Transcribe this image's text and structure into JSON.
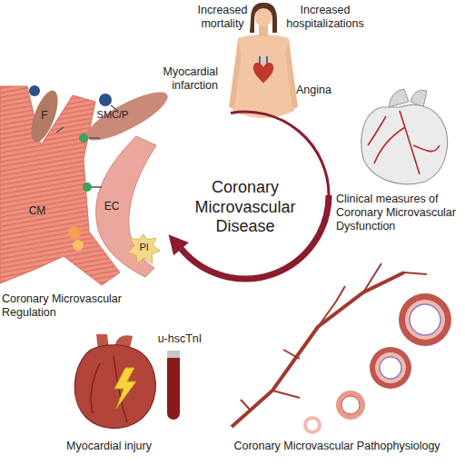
{
  "diagram": {
    "title": "Coronary Microvascular Disease",
    "labels": [
      "Increased mortality",
      "Increased hospitalizations",
      "Myocardial infarction",
      "Angina",
      "Clinical measures of Coronary Microvascular Dysfunction",
      "F",
      "SMC/P",
      "CM",
      "EC",
      "Pl",
      "Coronary Microvascular Regulation",
      "u-hscTnI",
      "Myocardial injury",
      "Coronary Microvascular Pathophysiology"
    ]
  }
}
